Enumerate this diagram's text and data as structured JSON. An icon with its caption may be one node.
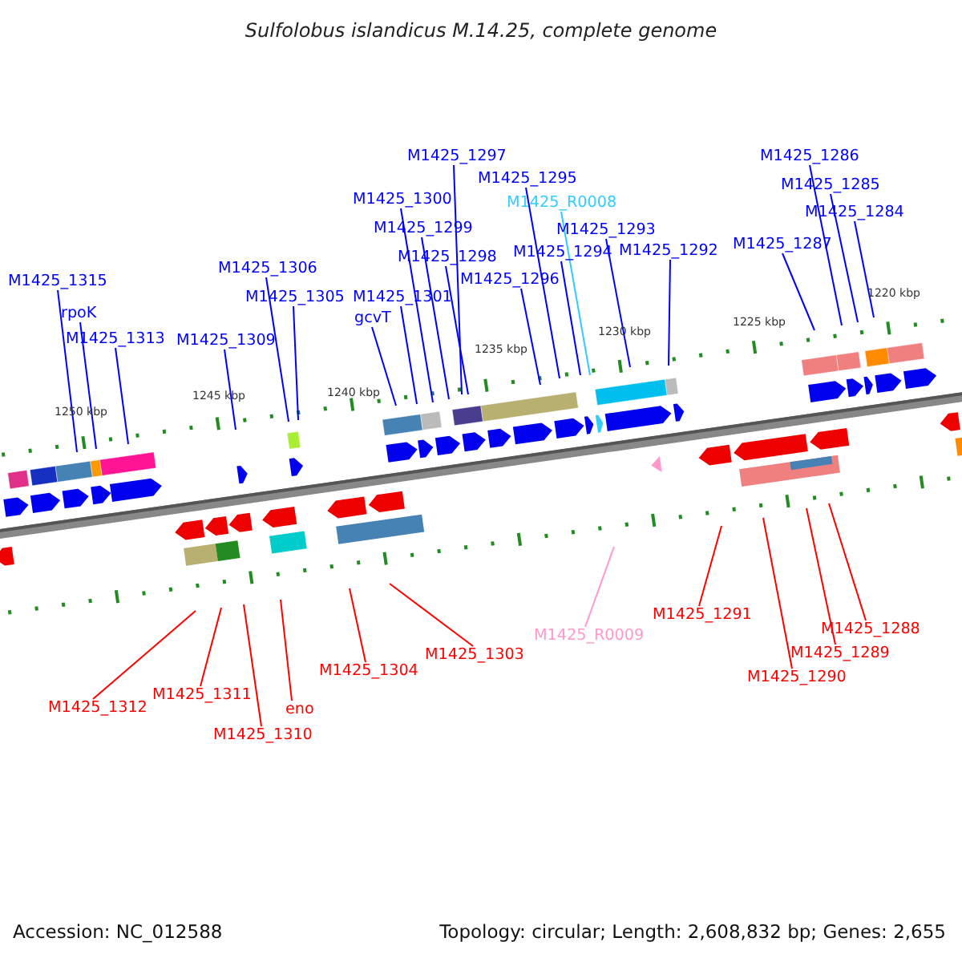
{
  "diagram": {
    "title": "Sulfolobus islandicus M.14.25, complete genome",
    "nodes": [
      {
        "text": [
          "M1425_1297"
        ]
      },
      {
        "text": [
          "M1425_1286"
        ]
      },
      {
        "text": [
          "M1425_1295"
        ]
      },
      {
        "text": [
          "M1425_1285"
        ]
      },
      {
        "text": [
          "M1425_1300"
        ]
      },
      {
        "text": [
          "M1425_R0008"
        ]
      },
      {
        "text": [
          "M1425_1284"
        ]
      },
      {
        "text": [
          "M1425_1299"
        ]
      },
      {
        "text": [
          "M1425_1293"
        ]
      },
      {
        "text": [
          "M1425_1287"
        ]
      },
      {
        "text": [
          "M1425_1294"
        ]
      },
      {
        "text": [
          "M1425_1292"
        ]
      },
      {
        "text": [
          "M1425_1298"
        ]
      },
      {
        "text": [
          "M1425_1306"
        ]
      },
      {
        "text": [
          "M1425_1296"
        ]
      },
      {
        "text": [
          "M1425_1315"
        ]
      },
      {
        "text": [
          "M1425_1305"
        ]
      },
      {
        "text": [
          "M1425_1301"
        ]
      },
      {
        "text": [
          "rpoK"
        ]
      },
      {
        "text": [
          "gcvT"
        ]
      },
      {
        "text": [
          "M1425_1313"
        ]
      },
      {
        "text": [
          "M1425_1309"
        ]
      },
      {
        "text": [
          "M1425_1291"
        ]
      },
      {
        "text": [
          "M1425_1288"
        ]
      },
      {
        "text": [
          "M1425_R0009"
        ]
      },
      {
        "text": [
          "M1425_1289"
        ]
      },
      {
        "text": [
          "M1425_1303"
        ]
      },
      {
        "text": [
          "M1425_1304"
        ]
      },
      {
        "text": [
          "M1425_1290"
        ]
      },
      {
        "text": [
          "M1425_1311"
        ]
      },
      {
        "text": [
          "M1425_1312"
        ]
      },
      {
        "text": [
          "eno"
        ]
      },
      {
        "text": [
          "M1425_1310"
        ]
      }
    ],
    "edges": [
      {
        "from": 0,
        "to": null,
        "arrow": "none"
      },
      {
        "from": 1,
        "to": null,
        "arrow": "none"
      },
      {
        "from": 2,
        "to": null,
        "arrow": "none"
      },
      {
        "from": 3,
        "to": null,
        "arrow": "none"
      },
      {
        "from": 4,
        "to": null,
        "arrow": "none"
      },
      {
        "from": 5,
        "to": null,
        "arrow": "none",
        "color": "#33ccff"
      },
      {
        "from": 6,
        "to": null,
        "arrow": "none"
      },
      {
        "from": 7,
        "to": null,
        "arrow": "none"
      },
      {
        "from": 8,
        "to": null,
        "arrow": "none"
      },
      {
        "from": 9,
        "to": null,
        "arrow": "none"
      },
      {
        "from": 10,
        "to": null,
        "arrow": "none"
      },
      {
        "from": 11,
        "to": null,
        "arrow": "none"
      },
      {
        "from": 12,
        "to": null,
        "arrow": "none"
      },
      {
        "from": 13,
        "to": null,
        "arrow": "none"
      },
      {
        "from": 14,
        "to": null,
        "arrow": "none"
      },
      {
        "from": 15,
        "to": null,
        "arrow": "none"
      },
      {
        "from": 16,
        "to": null,
        "arrow": "none"
      },
      {
        "from": 17,
        "to": null,
        "arrow": "none"
      },
      {
        "from": 18,
        "to": null,
        "arrow": "none"
      },
      {
        "from": 19,
        "to": null,
        "arrow": "none"
      },
      {
        "from": 20,
        "to": null,
        "arrow": "none"
      },
      {
        "from": 21,
        "to": null,
        "arrow": "none"
      },
      {
        "from": 22,
        "to": null,
        "arrow": "none",
        "color": "#ff0000"
      },
      {
        "from": 23,
        "to": null,
        "arrow": "none",
        "color": "#ff0000"
      },
      {
        "from": 24,
        "to": null,
        "arrow": "none",
        "color": "#ff99cc"
      },
      {
        "from": 25,
        "to": null,
        "arrow": "none",
        "color": "#ff0000"
      },
      {
        "from": 26,
        "to": null,
        "arrow": "none",
        "color": "#ff0000"
      },
      {
        "from": 27,
        "to": null,
        "arrow": "none",
        "color": "#ff0000"
      },
      {
        "from": 28,
        "to": null,
        "arrow": "none",
        "color": "#ff0000"
      },
      {
        "from": 29,
        "to": null,
        "arrow": "none",
        "color": "#ff0000"
      },
      {
        "from": 30,
        "to": null,
        "arrow": "none",
        "color": "#ff0000"
      },
      {
        "from": 31,
        "to": null,
        "arrow": "none",
        "color": "#ff0000"
      },
      {
        "from": 32,
        "to": null,
        "arrow": "none",
        "color": "#ff0000"
      }
    ],
    "labels": [
      "1220 kbp",
      "1225 kbp",
      "1230 kbp",
      "1235 kbp",
      "1240 kbp",
      "1245 kbp",
      "1250 kbp",
      "Accession: NC_012588",
      "Topology: circular; Length: 2,608,832 bp; Genes: 2,655"
    ]
  }
}
